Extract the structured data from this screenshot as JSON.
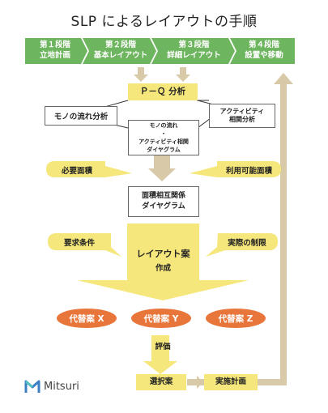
{
  "title": "SLP によるレイアウトの手順",
  "phases": [
    {
      "label": "第１段階\n立地計画"
    },
    {
      "label": "第２段階\n基本レイアウト"
    },
    {
      "label": "第３段階\n詳細レイアウト"
    },
    {
      "label": "第４段階\n設置や移動"
    }
  ],
  "pq_analysis": "Ｐ－Ｑ 分析",
  "goods_flow_analysis": "モノの流れ分析",
  "activity_analysis": "アクティビティ\n相関分析",
  "flow_activity_diagram": "モノの流れ\n・\nアクティビティ相関\nダイヤグラム",
  "required_area": "必要面積",
  "available_area": "利用可能面積",
  "area_diagram": "面積相互関係\nダイヤグラム",
  "requirements": "要求条件",
  "actual_constraints": "実際の制限",
  "layout_plan_title": "レイアウト案",
  "layout_plan_sub": "作成",
  "alternatives": [
    "代替案 X",
    "代替案 Y",
    "代替案 Z"
  ],
  "evaluation": "評価",
  "selection": "選択案",
  "implementation": "実施計画",
  "logo": {
    "name": "Mitsuri"
  },
  "colors": {
    "phase_green": "#6db55e",
    "yellow": "#f5e77b",
    "tan": "#d8c9a8",
    "orange": "#e8763a"
  }
}
